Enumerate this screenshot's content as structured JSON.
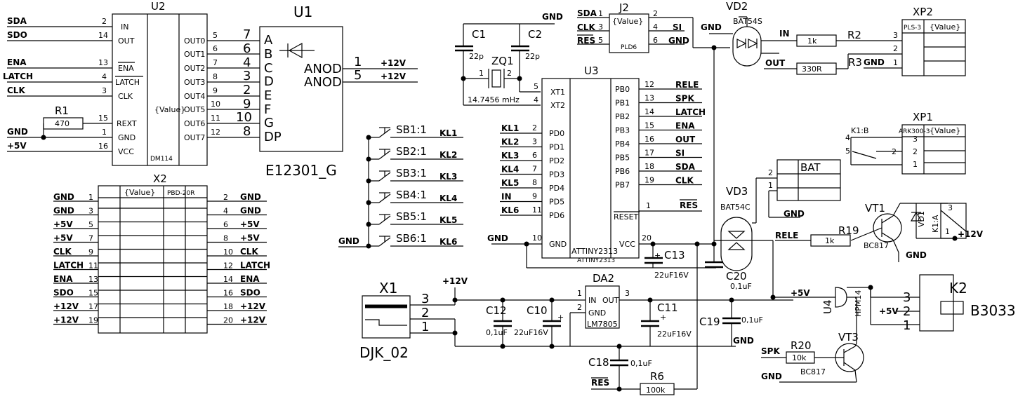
{
  "u2": {
    "ref": "U2",
    "name": "DM114",
    "value": "{Value}",
    "left": [
      {
        "num": "2",
        "label": "IN",
        "net": "SDA"
      },
      {
        "num": "14",
        "label": "OUT",
        "net": "SDO"
      },
      {
        "num": "13",
        "label": "ENA",
        "net": "ENA"
      },
      {
        "num": "4",
        "label": "LATCH",
        "net": "LATCH"
      },
      {
        "num": "3",
        "label": "CLK",
        "net": "CLK"
      },
      {
        "num": "15",
        "label": "REXT",
        "net": ""
      },
      {
        "num": "1",
        "label": "GND",
        "net": "GND"
      },
      {
        "num": "16",
        "label": "VCC",
        "net": "+5V"
      }
    ],
    "right": [
      {
        "label": "OUT0",
        "num": "5"
      },
      {
        "label": "OUT1",
        "num": "6"
      },
      {
        "label": "OUT2",
        "num": "7"
      },
      {
        "label": "OUT3",
        "num": "8"
      },
      {
        "label": "OUT4",
        "num": "9"
      },
      {
        "label": "OUT5",
        "num": "10"
      },
      {
        "label": "OUT6",
        "num": "11"
      },
      {
        "label": "OUT7",
        "num": "12"
      }
    ]
  },
  "r1": {
    "ref": "R1",
    "value": "470"
  },
  "u1": {
    "ref": "U1",
    "name": "E12301_G",
    "pins": [
      {
        "num": "7",
        "label": "A"
      },
      {
        "num": "6",
        "label": "B"
      },
      {
        "num": "4",
        "label": "C"
      },
      {
        "num": "3",
        "label": "D"
      },
      {
        "num": "2",
        "label": "E"
      },
      {
        "num": "9",
        "label": "F"
      },
      {
        "num": "10",
        "label": "G"
      },
      {
        "num": "8",
        "label": "DP"
      }
    ],
    "anode": [
      {
        "label": "ANOD",
        "num": "1",
        "net": "+12V"
      },
      {
        "label": "ANOD",
        "num": "5",
        "net": "+12V"
      }
    ]
  },
  "x2": {
    "ref": "X2",
    "value": "{Value}",
    "type": "PBD-20R",
    "rows": [
      {
        "ln": "1",
        "lnet": "GND",
        "rn": "2",
        "rnet": "GND"
      },
      {
        "ln": "3",
        "lnet": "GND",
        "rn": "4",
        "rnet": "GND"
      },
      {
        "ln": "5",
        "lnet": "+5V",
        "rn": "6",
        "rnet": "+5V"
      },
      {
        "ln": "7",
        "lnet": "+5V",
        "rn": "8",
        "rnet": "+5V"
      },
      {
        "ln": "9",
        "lnet": "CLK",
        "rn": "10",
        "rnet": "CLK"
      },
      {
        "ln": "11",
        "lnet": "LATCH",
        "rn": "12",
        "rnet": "LATCH"
      },
      {
        "ln": "13",
        "lnet": "ENA",
        "rn": "14",
        "rnet": "ENA"
      },
      {
        "ln": "15",
        "lnet": "SDO",
        "rn": "16",
        "rnet": "SDO"
      },
      {
        "ln": "17",
        "lnet": "+12V",
        "rn": "18",
        "rnet": "+12V"
      },
      {
        "ln": "19",
        "lnet": "+12V",
        "rn": "20",
        "rnet": "+12V"
      }
    ]
  },
  "switches": [
    {
      "ref": "SB1:1",
      "net": "KL1"
    },
    {
      "ref": "SB2:1",
      "net": "KL2"
    },
    {
      "ref": "SB3:1",
      "net": "KL3"
    },
    {
      "ref": "SB4:1",
      "net": "KL4"
    },
    {
      "ref": "SB5:1",
      "net": "KL5"
    },
    {
      "ref": "SB6:1",
      "net": "KL6"
    }
  ],
  "sw_gnd": "GND",
  "c1": {
    "ref": "C1",
    "value": "22p"
  },
  "c2": {
    "ref": "C2",
    "value": "22p"
  },
  "zq1": {
    "ref": "ZQ1",
    "value": "14.7456 mHz",
    "pin1": "1",
    "pin2": "2"
  },
  "top_gnd": "GND",
  "u3": {
    "ref": "U3",
    "name": "ATTINY2313",
    "name2": "ATTINY2313",
    "xt": [
      {
        "num": "5",
        "label": "XT1"
      },
      {
        "num": "4",
        "label": "XT2"
      }
    ],
    "pd": [
      {
        "net": "KL1",
        "num": "2",
        "label": "PD0"
      },
      {
        "net": "KL2",
        "num": "3",
        "label": "PD1"
      },
      {
        "net": "KL3",
        "num": "6",
        "label": "PD2"
      },
      {
        "net": "KL4",
        "num": "7",
        "label": "PD3"
      },
      {
        "net": "KL5",
        "num": "8",
        "label": "PD4"
      },
      {
        "net": "IN",
        "num": "9",
        "label": "PD5"
      },
      {
        "net": "KL6",
        "num": "11",
        "label": "PD6"
      }
    ],
    "pb": [
      {
        "label": "PB0",
        "num": "12",
        "net": "RELE"
      },
      {
        "label": "PB1",
        "num": "13",
        "net": "SPK"
      },
      {
        "label": "PB2",
        "num": "14",
        "net": "LATCH"
      },
      {
        "label": "PB3",
        "num": "15",
        "net": "ENA"
      },
      {
        "label": "PB4",
        "num": "16",
        "net": "OUT"
      },
      {
        "label": "PB5",
        "num": "17",
        "net": "SI"
      },
      {
        "label": "PB6",
        "num": "18",
        "net": "SDA"
      },
      {
        "label": "PB7",
        "num": "19",
        "net": "CLK"
      }
    ],
    "reset": {
      "label": "RESET",
      "num": "1",
      "net": "RES"
    },
    "gnd": {
      "label": "GND",
      "num": "10",
      "net": "GND"
    },
    "vcc": {
      "label": "VCC",
      "num": "20"
    }
  },
  "j2": {
    "ref": "J2",
    "value": "{Value}",
    "type": "PLD6",
    "left": [
      {
        "net": "SDA",
        "num": "1"
      },
      {
        "net": "CLK",
        "num": "3"
      },
      {
        "net": "RES",
        "num": "5"
      }
    ],
    "right": [
      {
        "num": "2",
        "net": ""
      },
      {
        "num": "4",
        "net": "SI"
      },
      {
        "num": "6",
        "net": "GND"
      }
    ]
  },
  "vd2": {
    "ref": "VD2",
    "value": "BAT54S",
    "gnd": "GND"
  },
  "r2": {
    "ref": "R2",
    "value": "1k",
    "net": "IN"
  },
  "r3": {
    "ref": "R3",
    "value": "330R",
    "net": "OUT"
  },
  "xp2": {
    "ref": "XP2",
    "type": "PLS-3",
    "value": "{Value}",
    "pins": [
      "3",
      "2",
      "1"
    ],
    "gnd": "GND"
  },
  "xp1": {
    "ref": "XP1",
    "type": "ARK300-3",
    "value": "{Value}",
    "pins": [
      "3",
      "2",
      "1"
    ]
  },
  "k1b": {
    "ref": "K1:B",
    "p4": "4",
    "p5": "5"
  },
  "bat": {
    "ref": "BAT",
    "p2": "2",
    "p1": "1",
    "gnd": "GND"
  },
  "vd3": {
    "ref": "VD3",
    "value": "BAT54C"
  },
  "vt1": {
    "ref": "VT1",
    "value": "BC817",
    "gnd": "GND"
  },
  "vd1": {
    "ref": "VD1"
  },
  "k1a": {
    "ref": "K1:A",
    "p3": "3",
    "p1": "1",
    "net": "+12V"
  },
  "r19": {
    "ref": "R19",
    "value": "1k",
    "net": "RELE"
  },
  "c13": {
    "ref": "C13",
    "value": "22uF16V"
  },
  "c20": {
    "ref": "C20",
    "value": "0,1uF"
  },
  "u3_gnd_net": "GND",
  "x1": {
    "ref": "X1",
    "name": "DJK_02",
    "pins": [
      "3",
      "2",
      "1"
    ]
  },
  "p12v": "+12V",
  "c12": {
    "ref": "C12",
    "value": "0,1uF"
  },
  "c10": {
    "ref": "C10",
    "value": "22uF16V"
  },
  "da2": {
    "ref": "DA2",
    "name": "LM7805",
    "in": "IN",
    "out": "OUT",
    "gndl": "GND",
    "p1": "1",
    "p2": "2",
    "p3": "3"
  },
  "c11": {
    "ref": "C11",
    "value": "22uF16V"
  },
  "c19": {
    "ref": "C19",
    "value": "0,1uF",
    "gnd": "GND"
  },
  "p5v": "+5V",
  "c18": {
    "ref": "C18",
    "value": "0,1uF"
  },
  "r6": {
    "ref": "R6",
    "value": "100k",
    "net": "RES"
  },
  "u4": {
    "ref": "U4",
    "name": "HPM14"
  },
  "k2": {
    "ref": "K2",
    "name": "B3033",
    "pins": [
      "3",
      "2",
      "1"
    ],
    "net": "+5V"
  },
  "vt3": {
    "ref": "VT3",
    "value": "BC817",
    "gnd": "GND"
  },
  "r20": {
    "ref": "R20",
    "value": "10k",
    "net": "SPK"
  }
}
